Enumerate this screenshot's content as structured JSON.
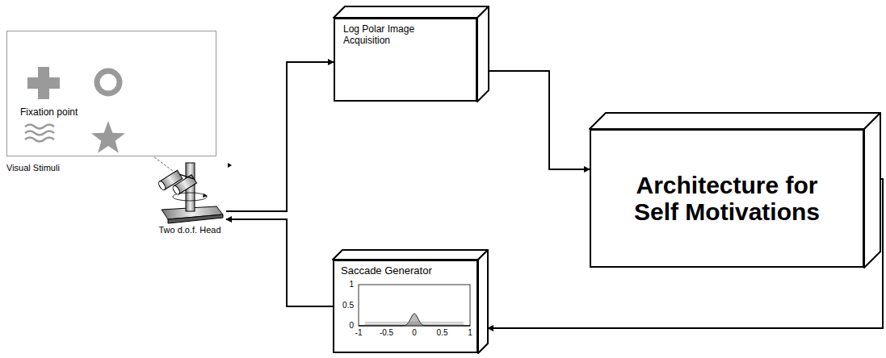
{
  "diagram": {
    "nodes": [
      {
        "text": [
          "Fixation point",
          "Visual Stimuli"
        ]
      },
      {
        "text": [
          "Log Polar Image Acquisition"
        ]
      },
      {
        "text": [
          "Architecture for Self Motivations"
        ]
      },
      {
        "text": [
          "Two d.o.f. Head"
        ]
      },
      {
        "text": [
          "Saccade Generator"
        ]
      }
    ],
    "edges": [
      {
        "from": 3,
        "to": 1,
        "arrow": "to"
      },
      {
        "from": 1,
        "to": 2,
        "arrow": "to"
      },
      {
        "from": 2,
        "to": 4,
        "arrow": "to"
      },
      {
        "from": 4,
        "to": 3,
        "arrow": "to"
      }
    ],
    "labels": [
      "1",
      "0.5",
      "0",
      "-1",
      "-0.5",
      "0",
      "0.5",
      "1"
    ]
  }
}
